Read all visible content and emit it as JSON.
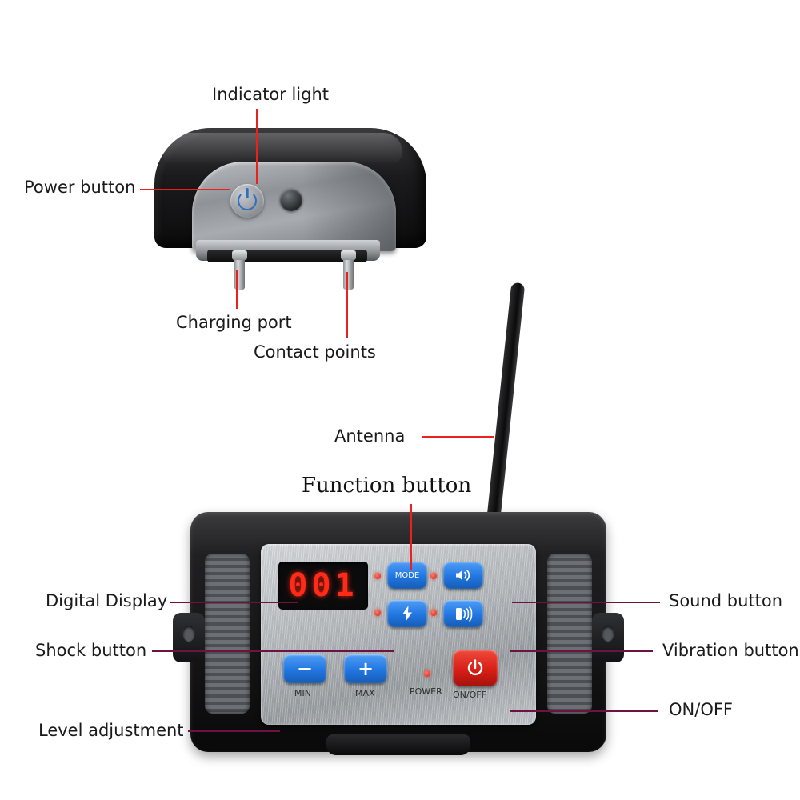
{
  "diagram": {
    "title": "Dog training collar and remote transmitter labeled diagram",
    "accent_leader_color": "#e8231f",
    "accent_leader_color_secondary": "#6d1342"
  },
  "collar": {
    "labels": {
      "indicator_light": "Indicator light",
      "power_button": "Power button",
      "charging_port": "Charging port",
      "contact_points": "Contact points"
    }
  },
  "remote": {
    "labels": {
      "antenna": "Antenna",
      "function_button": "Function button",
      "digital_display": "Digital Display",
      "shock_button": "Shock button",
      "level_adjustment": "Level adjustment",
      "sound_button": "Sound button",
      "vibration_button": "Vibration button",
      "on_off": "ON/OFF"
    },
    "display_value": "001",
    "buttons": {
      "mode": "MODE",
      "sound_icon": "speaker-icon",
      "shock_icon": "lightning-bolt-icon",
      "vibration_icon": "vibration-icon",
      "minus": "−",
      "plus": "+",
      "min_caption": "MIN",
      "max_caption": "MAX",
      "power_caption": "POWER",
      "onoff_caption": "ON/OFF",
      "onoff_icon": "power-icon"
    },
    "colors": {
      "button_blue": "#2176e0",
      "button_red": "#d81f17",
      "display_red": "#ff2a18"
    }
  }
}
